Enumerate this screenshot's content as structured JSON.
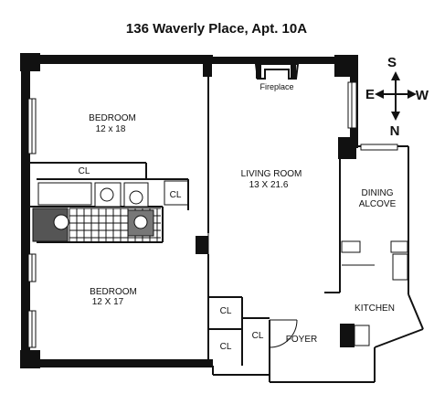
{
  "title": "136 Waverly Place,  Apt. 10A",
  "compass": {
    "north": "N",
    "south": "S",
    "east": "E",
    "west": "W"
  },
  "rooms": {
    "bedroom1": {
      "name": "BEDROOM",
      "size": "12 x 18"
    },
    "bedroom2": {
      "name": "BEDROOM",
      "size": "12 X 17"
    },
    "living": {
      "name": "LIVING ROOM",
      "size": "13 X 21.6"
    },
    "fireplace": "Fireplace",
    "dining": {
      "line1": "DINING",
      "line2": "ALCOVE"
    },
    "kitchen": "KITCHEN",
    "foyer": "FOYER"
  },
  "closets": {
    "top": "CL",
    "bath_side": "CL",
    "lower_left_1": "CL",
    "lower_left_2": "CL",
    "foyer_closet": "CL"
  }
}
